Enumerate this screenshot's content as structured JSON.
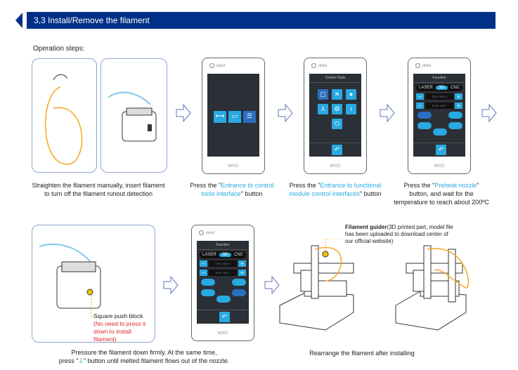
{
  "header": {
    "title": "3,3 Install/Remove the filament",
    "color": "#003087"
  },
  "intro": "Operation steps:",
  "steps": [
    {
      "line1": "Straighten the filament manually, insert filament",
      "line2": "to turn off the filament runout detection"
    },
    {
      "pre": "Press the \"",
      "hl": "Entrance to control",
      "hl2": "tools interface",
      "post": "\" button"
    },
    {
      "pre": "Press the \"",
      "hl": "Entrance to functional",
      "hl2": "module control interfaces",
      "post": "\" button"
    },
    {
      "pre": "Press the \"",
      "hl": "Preheat nozzle",
      "post": "\"",
      "line2": "button, and wait for the",
      "line3": "temperature to reach about 200ºC"
    }
  ],
  "phones": {
    "brand": "dobot",
    "model": "M002",
    "control_tools_title": "Control Tools",
    "function_title": "Function",
    "modes": [
      "LASER",
      "3D",
      "CNC"
    ],
    "temp1": "T:25 / 200 C",
    "temp2": "B:25 / 60 C"
  },
  "push_block": {
    "label": "Square push block",
    "note1": "(No need to press it",
    "note2": "down to install filament)"
  },
  "guider": {
    "bold": "Filament guider",
    "rest": "(3D printed part, model file",
    "line2": "has been uploaded to download center of",
    "line3": "our official website)"
  },
  "bottom": {
    "press_line1": "Pressure the filament down firmly. At the same time,",
    "press_pre": "press \"",
    "press_post": "\" button until melted filament flows out of the nozzle.",
    "rearrange": "Rearrange the filament after installing"
  },
  "colors": {
    "accent": "#29a9e1",
    "note": "#e0262a",
    "filament": "#f5a623"
  }
}
